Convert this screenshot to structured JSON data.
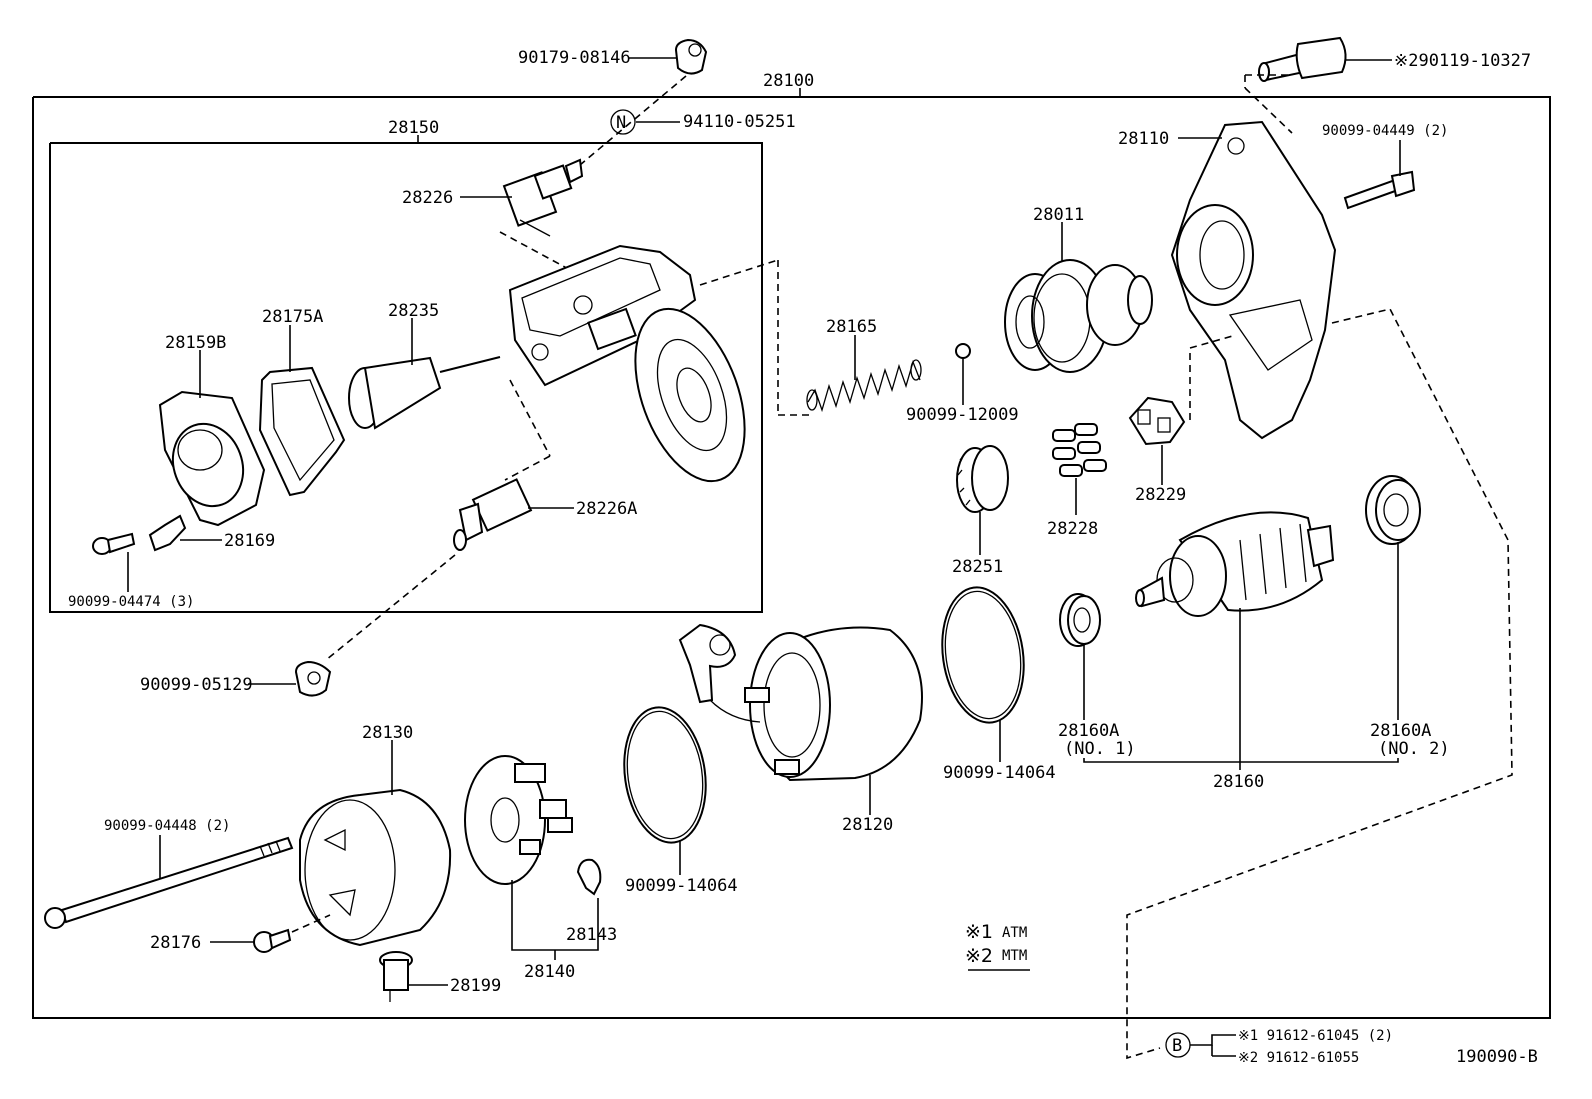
{
  "labels": {
    "p28100": "28100",
    "p28150": "28150",
    "p90179_08146": "90179-08146",
    "p94110_05251": "94110-05251",
    "n_marker": "N",
    "p28226": "28226",
    "p28159b": "28159B",
    "p28175a": "28175A",
    "p28235": "28235",
    "p28169": "28169",
    "p90099_04474": "90099-04474 (3)",
    "p28226a": "28226A",
    "p90099_05129": "90099-05129",
    "p28165": "28165",
    "p90099_12009": "90099-12009",
    "p28011": "28011",
    "p28110": "28110",
    "p90119_10327": "※290119-10327",
    "p90099_04449": "90099-04449 (2)",
    "p28229": "28229",
    "p28228": "28228",
    "p28251": "28251",
    "p28160a_1": "28160A",
    "p28160a_1_sub": "(NO. 1)",
    "p28160a_2": "28160A",
    "p28160a_2_sub": "(NO. 2)",
    "p28160": "28160",
    "p90099_14064_a": "90099-14064",
    "p28120": "28120",
    "p90099_14064_b": "90099-14064",
    "p28130": "28130",
    "p90099_04448": "90099-04448 (2)",
    "p28176": "28176",
    "p28199": "28199",
    "p28140": "28140",
    "p28143": "28143",
    "legend_1_mark": "※1",
    "legend_1_text": "ATM",
    "legend_2_mark": "※2",
    "legend_2_text": "MTM",
    "b_marker": "B",
    "b_note_1": "※1 91612-61045 (2)",
    "b_note_2": "※2 91612-61055",
    "figure_code": "190090-B"
  }
}
